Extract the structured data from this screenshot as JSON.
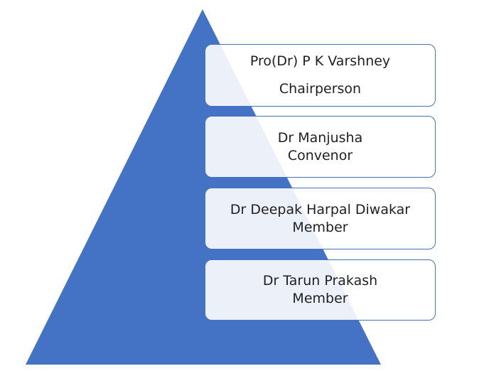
{
  "colors": {
    "pyramid_fill": "#4472c4",
    "box_border": "#4472c4",
    "box_fill": "#ffffff",
    "text": "#1f1f1f"
  },
  "levels": [
    {
      "name": "Pro(Dr) P K Varshney",
      "role": "Chairperson"
    },
    {
      "name": "Dr Manjusha",
      "role": "Convenor"
    },
    {
      "name": "Dr Deepak Harpal Diwakar",
      "role": "Member"
    },
    {
      "name": "Dr Tarun Prakash",
      "role": "Member"
    }
  ]
}
